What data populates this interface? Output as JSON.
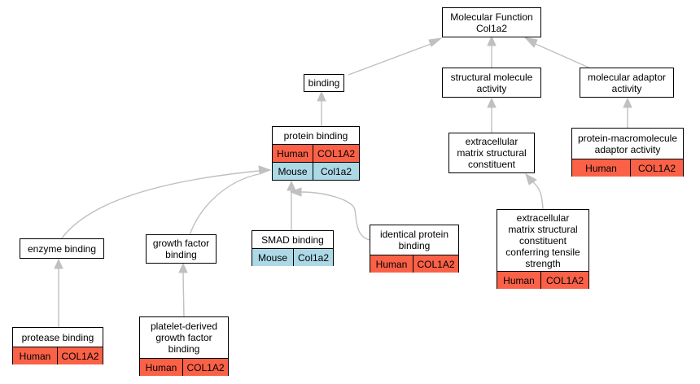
{
  "colors": {
    "human": "#fa6147",
    "mouse": "#add8e6",
    "edge": "#c0c0c0"
  },
  "nodes": {
    "mf": {
      "title": "Molecular Function\nCol1a2"
    },
    "binding": {
      "title": "binding"
    },
    "sma": {
      "title": "structural molecule\nactivity"
    },
    "maa": {
      "title": "molecular adaptor\nactivity"
    },
    "pb": {
      "title": "protein binding",
      "rows": [
        {
          "species": "Human",
          "gene": "COL1A2"
        },
        {
          "species": "Mouse",
          "gene": "Col1a2"
        }
      ]
    },
    "emsc": {
      "title": "extracellular\nmatrix structural\nconstituent"
    },
    "pmaa": {
      "title": "protein-macromolecule\nadaptor activity",
      "rows": [
        {
          "species": "Human",
          "gene": "COL1A2"
        }
      ]
    },
    "eb": {
      "title": "enzyme binding"
    },
    "gfb": {
      "title": "growth factor\nbinding"
    },
    "smad": {
      "title": "SMAD binding",
      "rows": [
        {
          "species": "Mouse",
          "gene": "Col1a2"
        }
      ]
    },
    "ipb": {
      "title": "identical protein\nbinding",
      "rows": [
        {
          "species": "Human",
          "gene": "COL1A2"
        }
      ]
    },
    "emscts": {
      "title": "extracellular\nmatrix structural\nconstituent\nconferring tensile\nstrength",
      "rows": [
        {
          "species": "Human",
          "gene": "COL1A2"
        }
      ]
    },
    "prb": {
      "title": "protease binding",
      "rows": [
        {
          "species": "Human",
          "gene": "COL1A2"
        }
      ]
    },
    "pdgfb": {
      "title": "platelet-derived\ngrowth factor\nbinding",
      "rows": [
        {
          "species": "Human",
          "gene": "COL1A2"
        }
      ]
    }
  }
}
